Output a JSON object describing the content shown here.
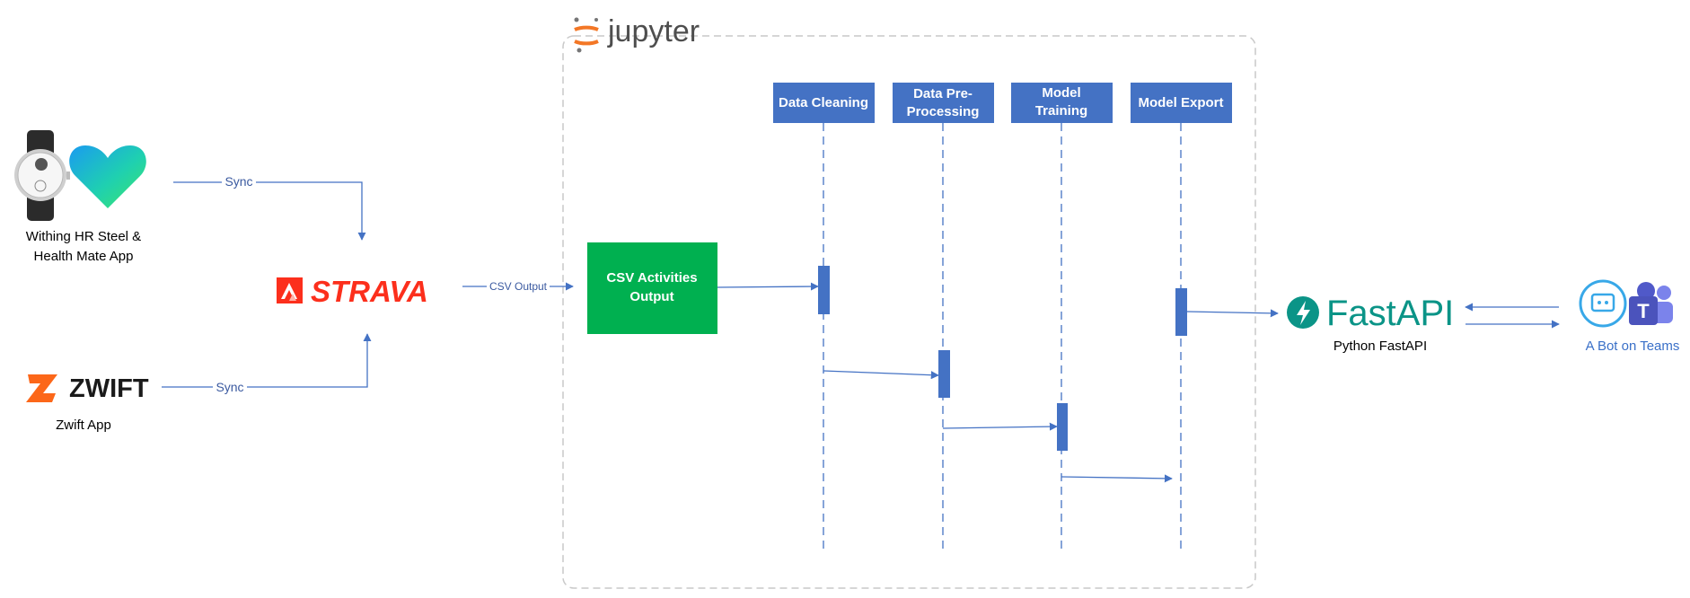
{
  "jupyter": {
    "label": "jupyter"
  },
  "sources": {
    "withings": {
      "caption_line1": "Withing HR Steel &",
      "caption_line2": "Health Mate App"
    },
    "zwift": {
      "logo_text": "ZWIFT",
      "caption": "Zwift App"
    }
  },
  "strava": {
    "logo_text": "STRAVA"
  },
  "edges": {
    "withings_sync": "Sync",
    "zwift_sync": "Sync",
    "strava_csv": "CSV Output"
  },
  "csv_box": {
    "line1": "CSV Activities",
    "line2": "Output"
  },
  "lanes": [
    {
      "line1": "Data Cleaning",
      "line2": ""
    },
    {
      "line1": "Data Pre-",
      "line2": "Processing"
    },
    {
      "line1": "Model",
      "line2": "Training"
    },
    {
      "line1": "Model Export",
      "line2": ""
    }
  ],
  "fastapi": {
    "logo_text": "FastAPI",
    "caption": "Python FastAPI"
  },
  "teams": {
    "caption": "A Bot on Teams"
  },
  "colors": {
    "lane_blue": "#4472c4",
    "csv_green": "#00b050",
    "strava_red": "#fc2f1c",
    "fastapi_teal": "#0b9487",
    "teams_purple": "#5059c9",
    "jupyter_orange": "#f37726",
    "zwift_orange": "#fc6719"
  }
}
